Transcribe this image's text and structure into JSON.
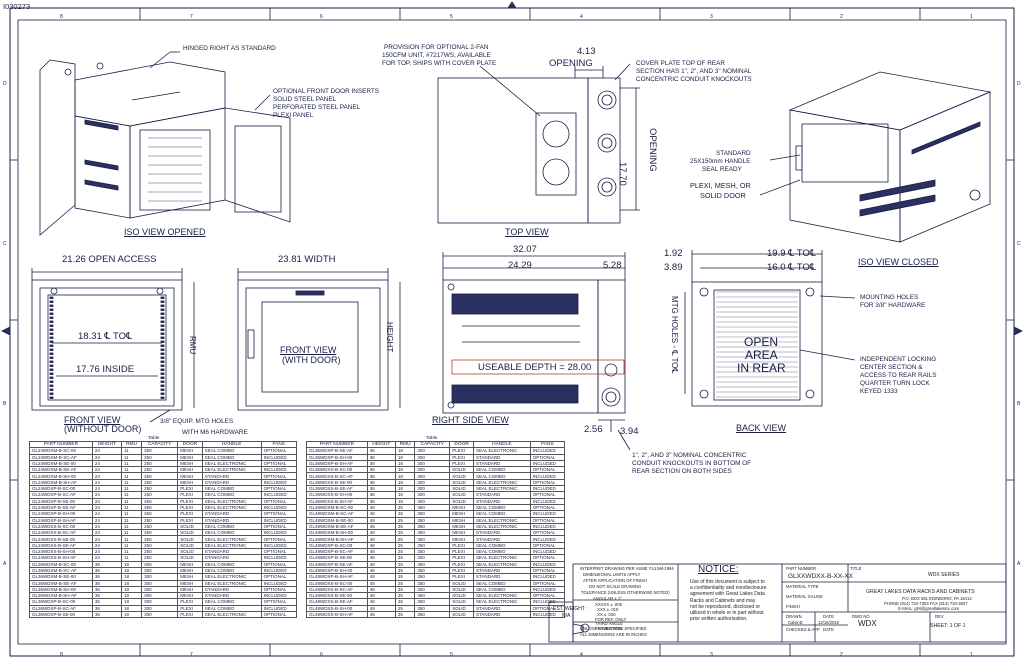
{
  "doc_code": "I030273",
  "border": {
    "top_numbers": [
      "8",
      "7",
      "6",
      "5",
      "4",
      "3",
      "2",
      "1"
    ],
    "bottom_numbers": [
      "8",
      "7",
      "6",
      "5",
      "4",
      "3",
      "2",
      "1"
    ],
    "side_letters": [
      "D",
      "C",
      "B",
      "A"
    ]
  },
  "views": {
    "iso_opened": "ISO VIEW OPENED",
    "top": "TOP VIEW",
    "iso_closed": "ISO VIEW CLOSED",
    "front_no_door_1": "FRONT VIEW",
    "front_no_door_2": "(WITHOUT DOOR)",
    "front_door_1": "FRONT VIEW",
    "front_door_2": "(WITH DOOR)",
    "right_side": "RIGHT SIDE VIEW",
    "back": "BACK VIEW"
  },
  "notes": {
    "hinged": "HINGED RIGHT AS STANDARD",
    "door_inserts": [
      "OPTIONAL FRONT DOOR INSERTS",
      "SOLID STEEL PANEL",
      "PERFORATED STEEL PANEL",
      "PLEXI PANEL"
    ],
    "fan_provision": [
      "PROVISION FOR OPTIONAL 2-FAN",
      "150CFM UNIT, #7217WS, AVAILABLE",
      "FOR TOP, SHIPS WITH COVER PLATE"
    ],
    "cover_plate": [
      "COVER PLATE TOP OF REAR",
      "SECTION HAS 1\", 2\", AND 3\" NOMINAL",
      "CONCENTRIC CONDUIT KNOCKOUTS"
    ],
    "handle": [
      "STANDARD",
      "25X150mm HANDLE",
      "SEAL READY"
    ],
    "door_types": [
      "PLEXI, MESH, OR",
      "SOLID DOOR"
    ],
    "mounting_holes": [
      "MOUNTING HOLES",
      "FOR 3/8\" HARDWARE"
    ],
    "locking": [
      "INDEPENDENT LOCKING",
      "CENTER SECTION &",
      "ACCESS TO REAR RAILS",
      "QUARTER TURN LOCK",
      "KEYED 1333"
    ],
    "mtg_holes_1": "3/8\" EQUIP. MTG HOLES",
    "mtg_holes_2": "WITH M6  HARDWARE",
    "knockouts": [
      "1\", 2\", AND 3\" NOMINAL CONCENTRIC",
      "CONDUIT KNOCKOUTS IN BOTTOM OF",
      "REAR SECTION ON BOTH SIDES"
    ]
  },
  "dims": {
    "opening_top_val": "4.13",
    "opening_top_lbl": "OPENING",
    "opening_side_val": "17.70",
    "opening_side_lbl": "OPENING",
    "open_access": "21.26 OPEN ACCESS",
    "to_center": "18.31 ℄ TO℄",
    "inside": "17.76 INSIDE",
    "rmu": "RMU",
    "width": "23.81 WIDTH",
    "height": "HEIGHT",
    "depth_total": "32.07",
    "depth_main": "24.29",
    "depth_rear": "5.28",
    "useable": "USEABLE DEPTH = 28.00",
    "d256": "2.56",
    "d394": "3.94",
    "d192": "1.92",
    "d389": "3.89",
    "d199": "19.9 ℄ TO℄",
    "d160": "16.0 ℄ TO℄",
    "mtg_holes": "MTG HOLES - ℄ TO℄",
    "open_area": [
      "OPEN",
      "AREA",
      "IN REAR"
    ]
  },
  "table": {
    "title": "Table",
    "headers": [
      "PART NUMBER",
      "HEIGHT",
      "RMU",
      "CAPACITY",
      "DOOR",
      "HANDLE",
      "FANS"
    ],
    "left_rows": [
      [
        "GL24WDXM-B-SC-00",
        "24",
        "11",
        "250",
        "MESH",
        "SEAL COMBO",
        "OPTIONAL"
      ],
      [
        "GL24WDXM-B-SC-AF",
        "24",
        "11",
        "250",
        "MESH",
        "SEAL COMBO",
        "INCLUDED"
      ],
      [
        "GL24WDXM-B-SE-00",
        "24",
        "11",
        "250",
        "MESH",
        "SEAL ELECTRONIC",
        "OPTIONAL"
      ],
      [
        "GL24WDXM-B-SE-AF",
        "24",
        "11",
        "250",
        "MESH",
        "SEAL ELECTRONIC",
        "INCLUDED"
      ],
      [
        "GL24WDXM-B-SH-00",
        "24",
        "11",
        "250",
        "MESH",
        "STANDARD",
        "OPTIONAL"
      ],
      [
        "GL24WDXM-B-SH-AF",
        "24",
        "11",
        "250",
        "MESH",
        "STANDARD",
        "INCLUDED"
      ],
      [
        "GL24WDXP-B-SC-00",
        "24",
        "11",
        "250",
        "PLEXI",
        "SEAL COMBO",
        "OPTIONAL"
      ],
      [
        "GL24WDXP-B-SC-AF",
        "24",
        "11",
        "250",
        "PLEXI",
        "SEAL COMBO",
        "INCLUDED"
      ],
      [
        "GL24WDXP-B-SE-00",
        "24",
        "11",
        "250",
        "PLEXI",
        "SEAL ELECTRONIC",
        "OPTIONAL"
      ],
      [
        "GL24WDXP-B-SE-AF",
        "24",
        "11",
        "250",
        "PLEXI",
        "SEAL ELECTRONIC",
        "INCLUDED"
      ],
      [
        "GL24WDXP-B-SH-00",
        "24",
        "11",
        "250",
        "PLEXI",
        "STANDARD",
        "OPTIONAL"
      ],
      [
        "GL24WDXP-B-SH-AF",
        "24",
        "11",
        "250",
        "PLEXI",
        "STANDARD",
        "INCLUDED"
      ],
      [
        "GL24WDXS-B-SC-00",
        "24",
        "11",
        "250",
        "SOLID",
        "SEAL COMBO",
        "OPTIONAL"
      ],
      [
        "GL24WDXS-B-SC-AF",
        "24",
        "11",
        "250",
        "SOLID",
        "SEAL COMBO",
        "INCLUDED"
      ],
      [
        "GL24WDXS-B-SE-00",
        "24",
        "11",
        "250",
        "SOLID",
        "SEAL ELECTRONIC",
        "OPTIONAL"
      ],
      [
        "GL24WDXS-B-SE-AF",
        "24",
        "11",
        "250",
        "SOLID",
        "SEAL ELECTRONIC",
        "INCLUDED"
      ],
      [
        "GL24WDXS-B-SH-00",
        "24",
        "11",
        "250",
        "SOLID",
        "STANDARD",
        "OPTIONAL"
      ],
      [
        "GL24WDXS-B-SH-AF",
        "24",
        "11",
        "250",
        "SOLID",
        "STANDARD",
        "INCLUDED"
      ],
      [
        "GL36WDXM-B-SC-00",
        "36",
        "18",
        "300",
        "MESH",
        "SEAL COMBO",
        "OPTIONAL"
      ],
      [
        "GL36WDXM-B-SC-AF",
        "36",
        "18",
        "300",
        "MESH",
        "SEAL COMBO",
        "INCLUDED"
      ],
      [
        "GL36WDXM-B-SE-00",
        "36",
        "18",
        "300",
        "MESH",
        "SEAL ELECTRONIC",
        "OPTIONAL"
      ],
      [
        "GL36WDXM-B-SE-AF",
        "36",
        "18",
        "300",
        "MESH",
        "SEAL ELECTRONIC",
        "INCLUDED"
      ],
      [
        "GL36WDXM-B-SH-00",
        "36",
        "18",
        "300",
        "MESH",
        "STANDARD",
        "OPTIONAL"
      ],
      [
        "GL36WDXM-B-SH-AF",
        "36",
        "18",
        "300",
        "MESH",
        "STANDARD",
        "INCLUDED"
      ],
      [
        "GL36WDXP-B-SC-00",
        "36",
        "18",
        "300",
        "PLEXI",
        "SEAL COMBO",
        "OPTIONAL"
      ],
      [
        "GL36WDXP-B-SC-AF",
        "36",
        "18",
        "300",
        "PLEXI",
        "SEAL COMBO",
        "INCLUDED"
      ],
      [
        "GL36WDXP-B-SE-00",
        "36",
        "18",
        "300",
        "PLEXI",
        "SEAL ELECTRONIC",
        "OPTIONAL"
      ]
    ],
    "right_rows": [
      [
        "GL36WDXP-B-SE-AF",
        "36",
        "18",
        "300",
        "PLEXI",
        "SEAL ELECTRONIC",
        "INCLUDED"
      ],
      [
        "GL36WDXP-B-SH-00",
        "36",
        "18",
        "300",
        "PLEXI",
        "STANDARD",
        "OPTIONAL"
      ],
      [
        "GL36WDXP-B-SH-AF",
        "36",
        "18",
        "300",
        "PLEXI",
        "STANDARD",
        "INCLUDED"
      ],
      [
        "GL36WDXS-B-SC-00",
        "36",
        "18",
        "300",
        "SOLID",
        "SEAL COMBO",
        "OPTIONAL"
      ],
      [
        "GL36WDXS-B-SC-AF",
        "36",
        "18",
        "300",
        "SOLID",
        "SEAL COMBO",
        "INCLUDED"
      ],
      [
        "GL36WDXS-B-SE-00",
        "36",
        "18",
        "300",
        "SOLID",
        "SEAL ELECTRONIC",
        "OPTIONAL"
      ],
      [
        "GL36WDXS-B-SE-AF",
        "36",
        "18",
        "300",
        "SOLID",
        "SEAL ELECTRONIC",
        "INCLUDED"
      ],
      [
        "GL36WDXS-B-SH-00",
        "36",
        "18",
        "300",
        "SOLID",
        "STANDARD",
        "OPTIONAL"
      ],
      [
        "GL36WDXS-B-SH-AF",
        "36",
        "18",
        "300",
        "SOLID",
        "STANDARD",
        "INCLUDED"
      ],
      [
        "GL48WDXM-B-SC-00",
        "48",
        "25",
        "350",
        "MESH",
        "SEAL COMBO",
        "OPTIONAL"
      ],
      [
        "GL48WDXM-B-SC-AF",
        "48",
        "25",
        "350",
        "MESH",
        "SEAL COMBO",
        "INCLUDED"
      ],
      [
        "GL48WDXM-B-SE-00",
        "48",
        "25",
        "350",
        "MESH",
        "SEAL ELECTRONIC",
        "OPTIONAL"
      ],
      [
        "GL48WDXM-B-SE-AF",
        "48",
        "25",
        "350",
        "MESH",
        "SEAL ELECTRONIC",
        "INCLUDED"
      ],
      [
        "GL48WDXM-B-SH-00",
        "48",
        "25",
        "350",
        "MESH",
        "STANDARD",
        "OPTIONAL"
      ],
      [
        "GL48WDXM-B-SH-AF",
        "48",
        "25",
        "350",
        "MESH",
        "STANDARD",
        "INCLUDED"
      ],
      [
        "GL48WDXP-B-SC-00",
        "48",
        "25",
        "350",
        "PLEXI",
        "SEAL COMBO",
        "OPTIONAL"
      ],
      [
        "GL48WDXP-B-SC-AF",
        "48",
        "25",
        "350",
        "PLEXI",
        "SEAL COMBO",
        "INCLUDED"
      ],
      [
        "GL48WDXP-B-SE-00",
        "48",
        "25",
        "350",
        "PLEXI",
        "SEAL ELECTRONIC",
        "OPTIONAL"
      ],
      [
        "GL48WDXP-B-SE-AF",
        "48",
        "25",
        "350",
        "PLEXI",
        "SEAL ELECTRONIC",
        "INCLUDED"
      ],
      [
        "GL48WDXP-B-SH-00",
        "48",
        "25",
        "350",
        "PLEXI",
        "STANDARD",
        "OPTIONAL"
      ],
      [
        "GL48WDXP-B-SH-AF",
        "48",
        "25",
        "350",
        "PLEXI",
        "STANDARD",
        "INCLUDED"
      ],
      [
        "GL48WDXS-B-SC-00",
        "48",
        "25",
        "350",
        "SOLID",
        "SEAL COMBO",
        "OPTIONAL"
      ],
      [
        "GL48WDXS-B-SC-AF",
        "48",
        "25",
        "350",
        "SOLID",
        "SEAL COMBO",
        "INCLUDED"
      ],
      [
        "GL48WDXS-B-SE-00",
        "48",
        "25",
        "350",
        "SOLID",
        "SEAL ELECTRONIC",
        "OPTIONAL"
      ],
      [
        "GL48WDXS-B-SE-AF",
        "48",
        "25",
        "350",
        "SOLID",
        "SEAL ELECTRONIC",
        "INCLUDED"
      ],
      [
        "GL48WDXS-B-SH-00",
        "48",
        "25",
        "350",
        "SOLID",
        "STANDARD",
        "OPTIONAL"
      ],
      [
        "GL48WDXS-B-SH-AF",
        "48",
        "25",
        "350",
        "SOLID",
        "STANDARD",
        "INCLUDED"
      ]
    ]
  },
  "title_block": {
    "interpret": "INTERPRET DRAWING PER ASME Y14.5M-1994",
    "dims_apply": "DIMENSIONAL LIMITS APPLY",
    "after_finish": "AFTER APPLICATION OF FINISH",
    "no_scale": "DO NOT SCALE DRAWING",
    "tolerance": "TOLERANCE (UNLESS OTHERWISE NOTED)",
    "angular": "ANGULAR ± 1°",
    "tol_lines": [
      ".XXXXX ± .005",
      ".XXX ± .010",
      ".XX ± .030",
      "FOR REF. ONLY"
    ],
    "unless": "UNLESS OTHERWISE SPECIFIED",
    "all_dims": "ALL DIMENSIONS ARE IN INCHES",
    "est_weight": "EST. WEIGHT :",
    "weight_val": "N/A",
    "third_angle_1": "THIRD ANGLE",
    "third_angle_2": "PROJECTION",
    "notice_title": "NOTICE:",
    "notice_text": [
      "Use of this document is subject to",
      "a confidentiality and nondisclosure",
      "agreement with Great Lakes Data",
      "Racks and Cabinets and may",
      "not be reproduced, disclosed or",
      "utilized in whole or in part without",
      "prior written authorization."
    ],
    "part_number_lbl": "PART NUMBER",
    "part_number": "GLXXWDXX-B-XX-XX",
    "title_lbl": "TITLE",
    "title": "WDX SERIES",
    "material_type_lbl": "MATERIAL TYPE",
    "material_gauge_lbl": "MATERIAL GAUGE",
    "finish_lbl": "FINISH",
    "company": "GREAT LAKES DATA RACKS AND CABINETS",
    "address": "P.O. BOX 581 EDINBORO, PA 16412",
    "phone": "PHONE (814) 734-7303 FAX (814) 734-3627",
    "email": "E-MAIL: glrs@greatlakesinc.com",
    "drawn_lbl": "DRAWN",
    "drawn_by": "CalvinD",
    "date_lbl": "DATE",
    "date": "12/15/2016",
    "dwg_no_lbl": "DWG NO",
    "dwg_no": "WDX",
    "rev_lbl": "REV",
    "sheet": "SHEET: 1 OF 1",
    "checked_lbl": "CHECKED & APP",
    "date2_lbl": "DATE"
  }
}
